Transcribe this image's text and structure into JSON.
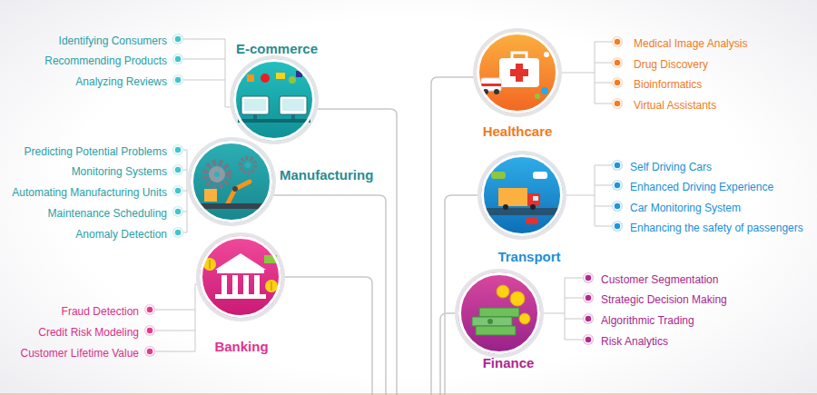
{
  "diagram": {
    "nodes": [
      {
        "text": [
          "E-commerce"
        ]
      },
      {
        "text": [
          "Manufacturing"
        ]
      },
      {
        "text": [
          "Banking"
        ]
      },
      {
        "text": [
          "Healthcare"
        ]
      },
      {
        "text": [
          "Transport"
        ]
      },
      {
        "text": [
          "Finance"
        ]
      }
    ],
    "labels": [
      "Identifying Consumers",
      "Recommending Products",
      "Analyzing Reviews",
      "Predicting Potential Problems",
      "Monitoring Systems",
      "Automating Manufacturing Units",
      "Maintenance Scheduling",
      "Anomaly Detection",
      "Fraud Detection",
      "Credit Risk Modeling",
      "Customer Lifetime Value",
      "Medical Image Analysis",
      "Drug Discovery",
      "Bioinformatics",
      "Virtual Assistants",
      "Self Driving Cars",
      "Enhanced Driving Experience",
      "Car Monitoring System",
      "Enhancing the safety of passengers",
      "Customer Segmentation",
      "Strategic Decision Making",
      "Algorithmic Trading",
      "Risk Analytics"
    ]
  }
}
